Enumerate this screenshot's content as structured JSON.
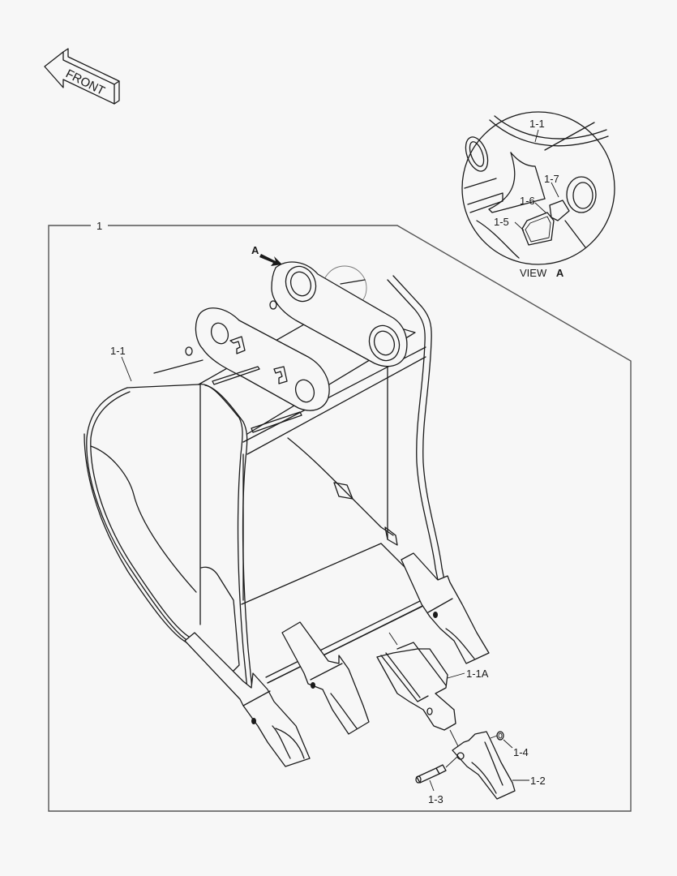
{
  "diagram": {
    "title": "Excavator bucket assembly - exploded parts view",
    "background": "#f7f7f7",
    "line_color": "#1a1a1a",
    "orientation_marker": {
      "label": "FRONT",
      "icon": "front-direction-arrow-icon"
    },
    "assembly_label": "1",
    "detail_view": {
      "caption_prefix": "VIEW",
      "caption_ref": "A",
      "labels": [
        "1-1",
        "1-7",
        "1-6",
        "1-5"
      ]
    },
    "view_pointer": {
      "label": "A",
      "icon": "view-direction-arrow-icon"
    },
    "part_labels": {
      "bucket_body": "1-1",
      "adapter": "1-1A",
      "tooth_point": "1-2",
      "pin": "1-3",
      "lock_ring": "1-4"
    }
  }
}
